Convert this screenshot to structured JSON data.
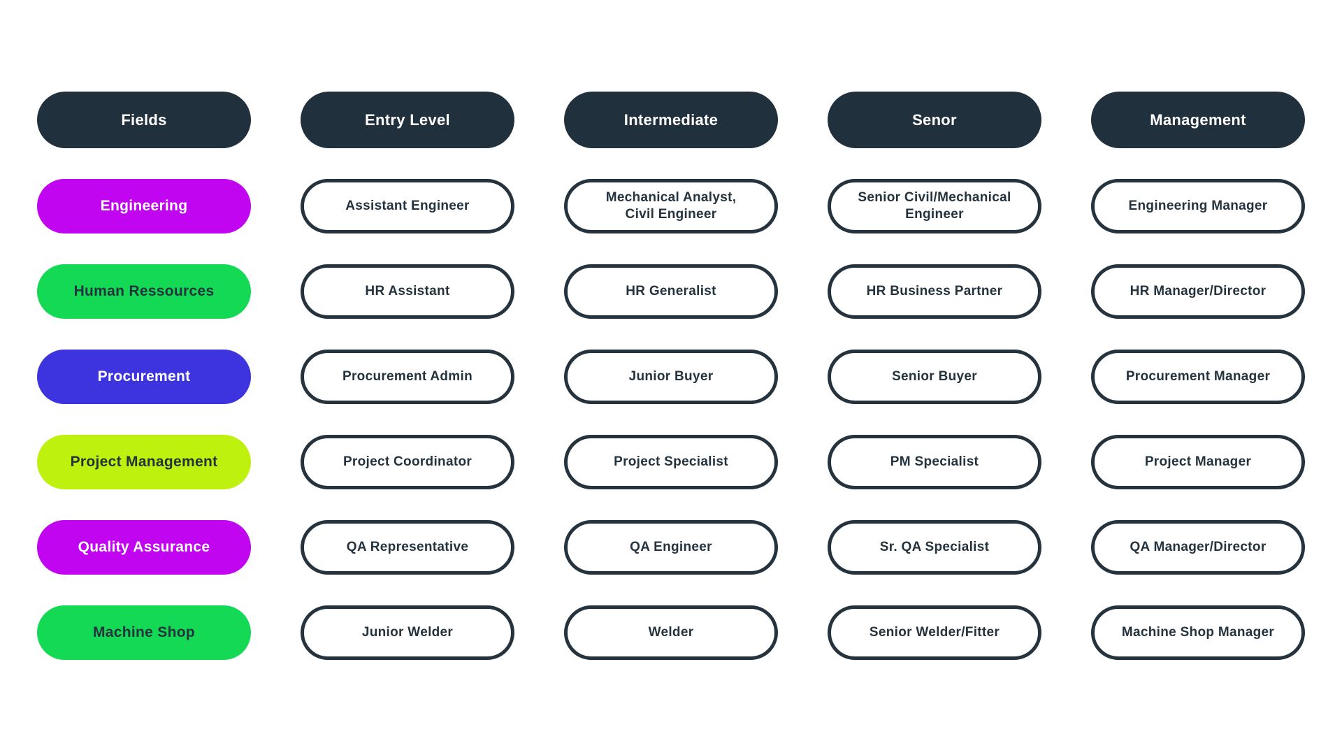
{
  "palette": {
    "header_bg": "#20303D",
    "header_text": "#FFFFFF",
    "role_text": "#24333D",
    "magenta": "#C105F0",
    "green": "#14D955",
    "blue": "#3D34DF",
    "lime": "#BEF20E",
    "background": "#FFFFFF"
  },
  "header": {
    "columns": [
      "Fields",
      "Entry Level",
      "Intermediate",
      "Senor",
      "Management"
    ]
  },
  "rows": [
    {
      "field": "Engineering",
      "color": "#C105F0",
      "cells": [
        "Assistant Engineer",
        "Mechanical Analyst,\nCivil Engineer",
        "Senior Civil/Mechanical\nEngineer",
        "Engineering Manager"
      ]
    },
    {
      "field": "Human Ressources",
      "color": "#14D955",
      "cells": [
        "HR Assistant",
        "HR Generalist",
        "HR Business Partner",
        "HR Manager/Director"
      ]
    },
    {
      "field": "Procurement",
      "color": "#3D34DF",
      "cells": [
        "Procurement Admin",
        "Junior Buyer",
        "Senior Buyer",
        "Procurement Manager"
      ]
    },
    {
      "field": "Project Management",
      "color": "#BEF20E",
      "cells": [
        "Project Coordinator",
        "Project Specialist",
        "PM Specialist",
        "Project Manager"
      ]
    },
    {
      "field": "Quality Assurance",
      "color": "#C105F0",
      "cells": [
        "QA Representative",
        "QA Engineer",
        "Sr. QA Specialist",
        "QA Manager/Director"
      ]
    },
    {
      "field": "Machine Shop",
      "color": "#14D955",
      "cells": [
        "Junior Welder",
        "Welder",
        "Senior Welder/Fitter",
        "Machine Shop Manager"
      ]
    }
  ]
}
